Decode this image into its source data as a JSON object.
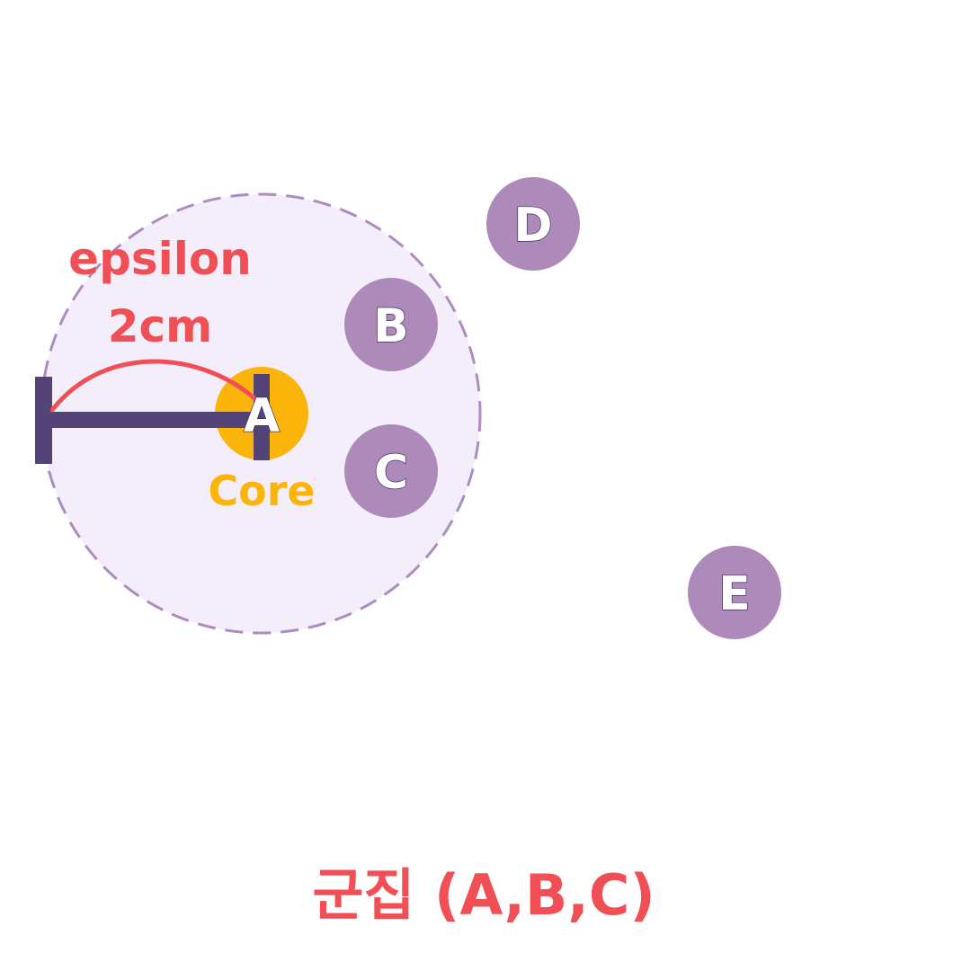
{
  "colors": {
    "accent_red": "#ef4f55",
    "core_yellow": "#fbb40a",
    "point_purple": "#ad8ab9",
    "bar_dark_purple": "#544377",
    "region_fill": "#f3eef9",
    "region_border": "#ae8cc0",
    "label_white": "#ffffff"
  },
  "epsilon": {
    "label": "epsilon",
    "distance": "2cm"
  },
  "core_label": "Core",
  "points": {
    "a": "A",
    "b": "B",
    "c": "C",
    "d": "D",
    "e": "E"
  },
  "caption": "군집 (A,B,C)"
}
